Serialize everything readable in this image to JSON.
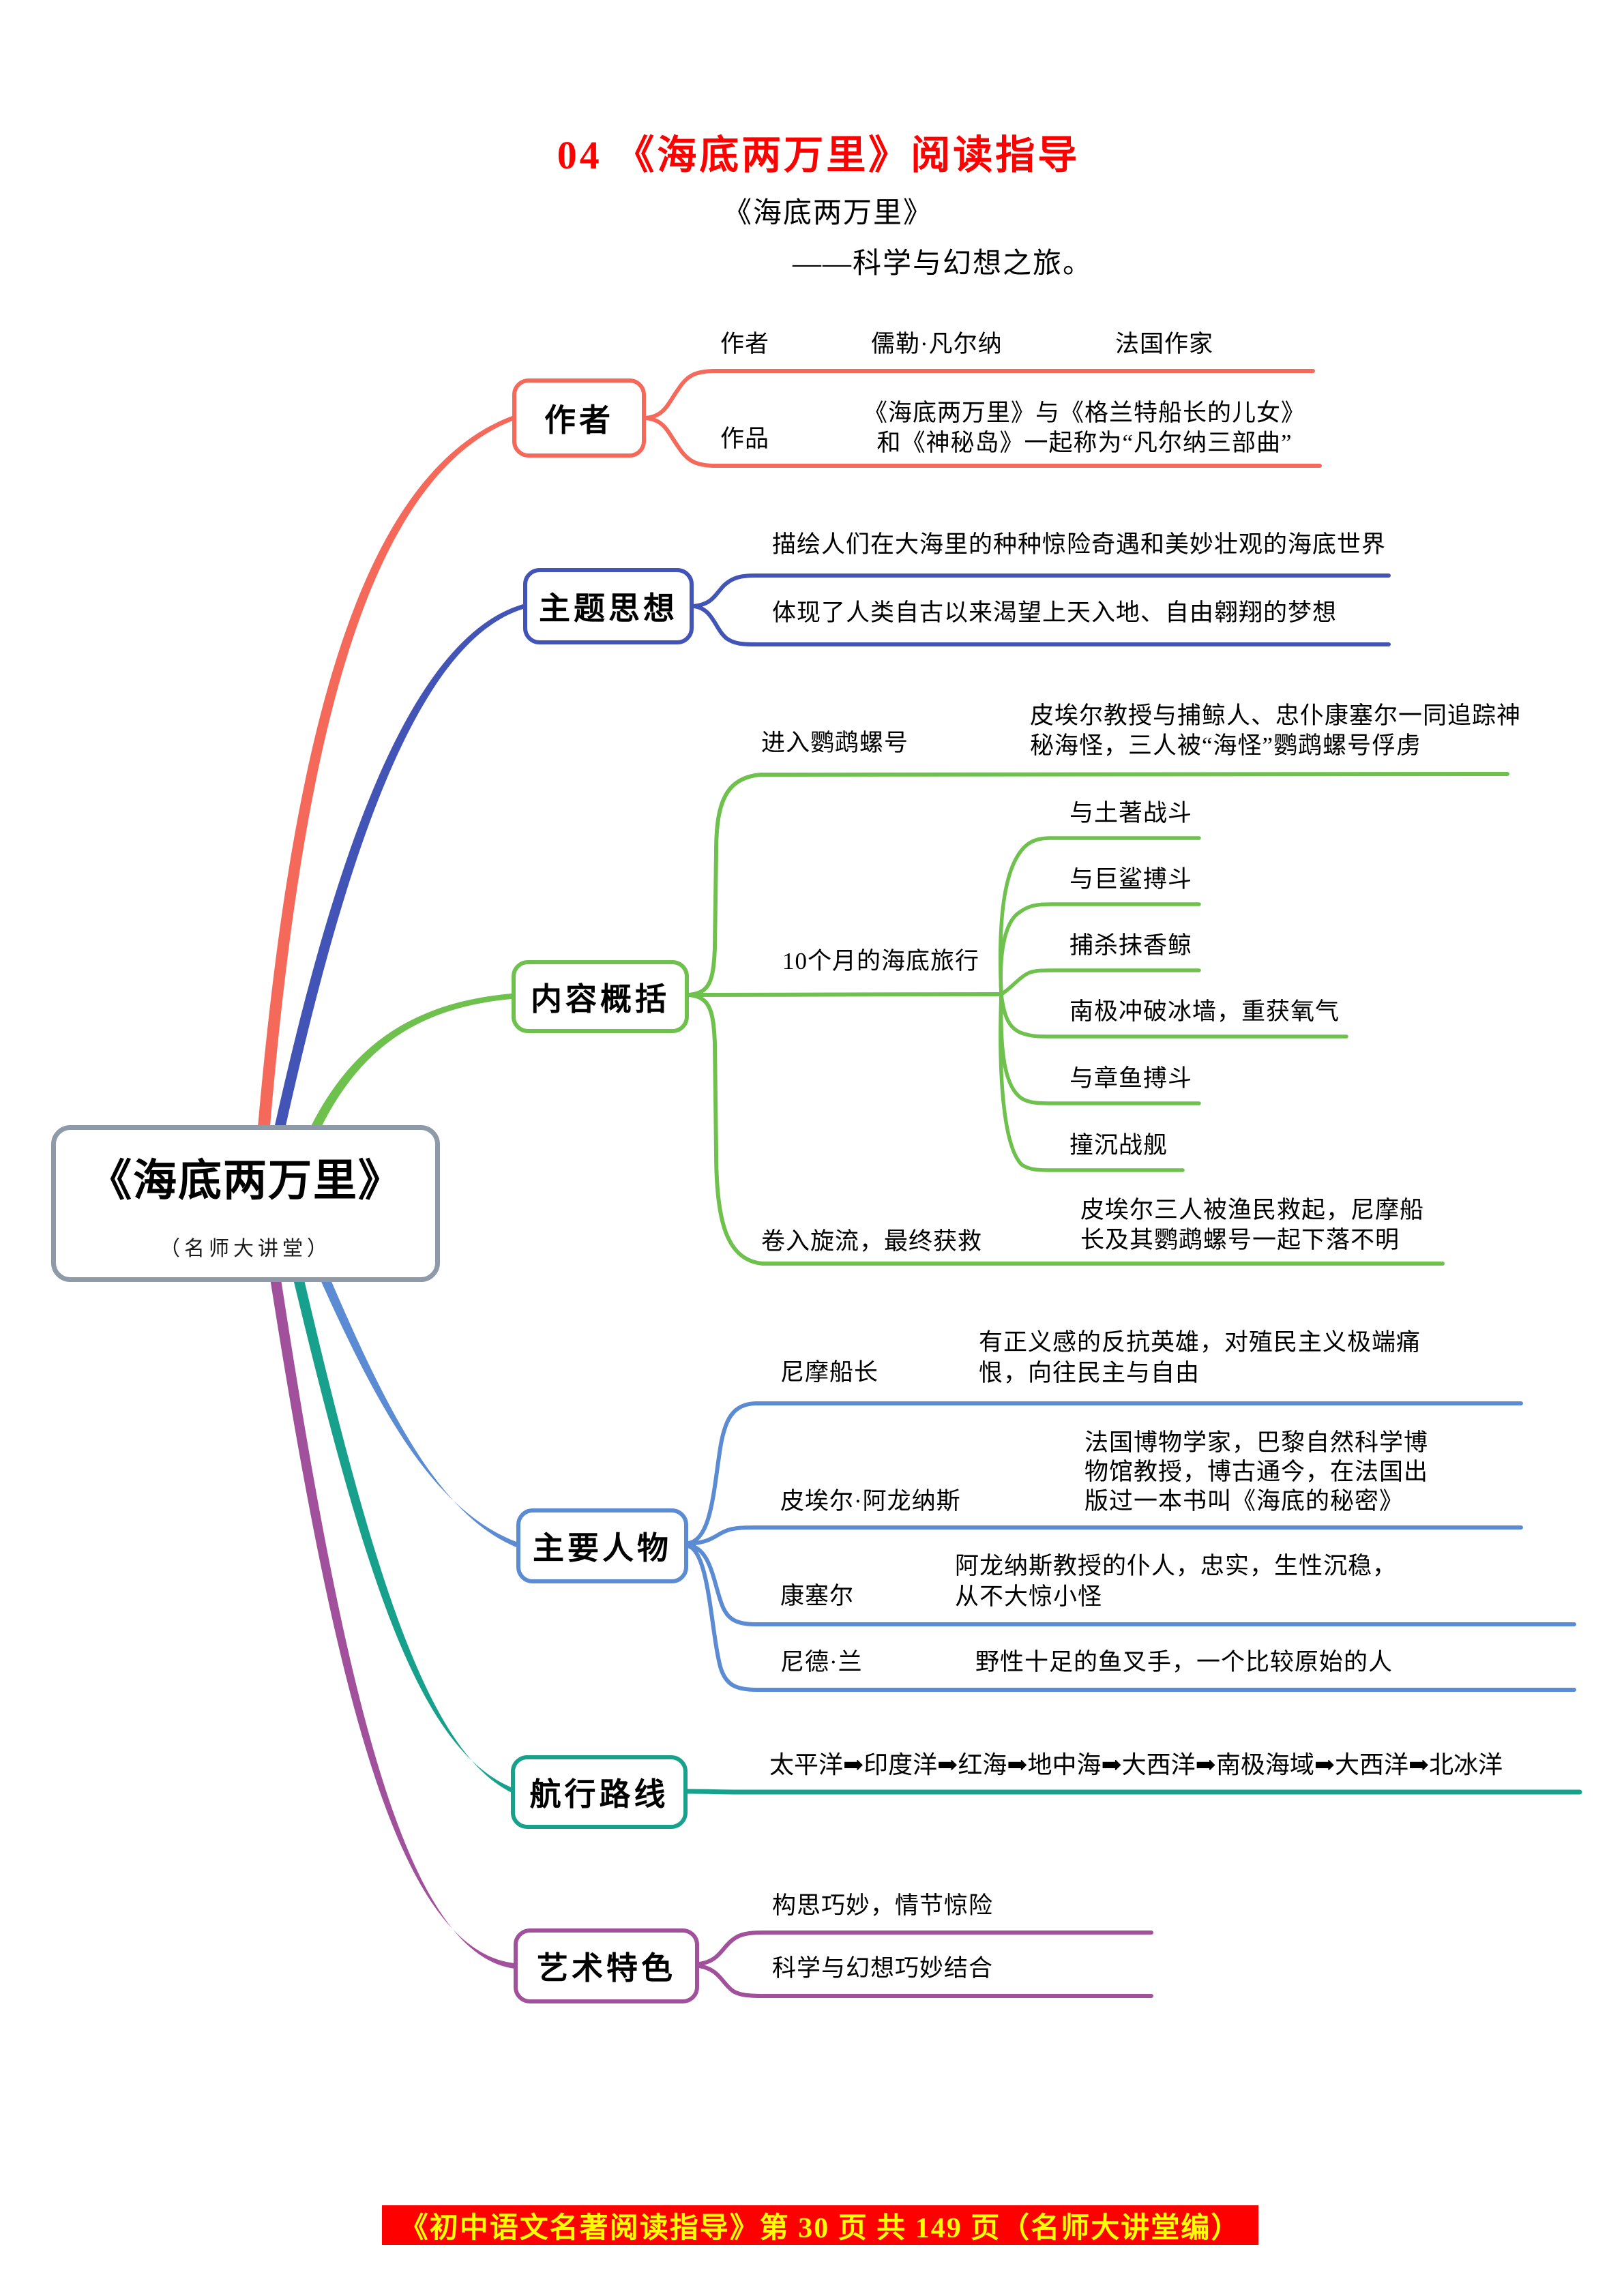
{
  "header": {
    "title": "04 《海底两万里》阅读指导",
    "book": "《海底两万里》",
    "tagline": "——科学与幻想之旅。"
  },
  "central": {
    "title": "《海底两万里》",
    "subtitle": "（名师大讲堂）"
  },
  "author": {
    "label": "作者",
    "who_label": "作者",
    "who_name": "儒勒·凡尔纳",
    "who_tag": "法国作家",
    "works_label": "作品",
    "works_line1": "《海底两万里》与《格兰特船长的儿女》",
    "works_line2": "和《神秘岛》一起称为“凡尔纳三部曲”"
  },
  "theme": {
    "label": "主题思想",
    "line1": "描绘人们在大海里的种种惊险奇遇和美妙壮观的海底世界",
    "line2": "体现了人类自古以来渴望上天入地、自由翱翔的梦想"
  },
  "content": {
    "label": "内容概括",
    "enter_label": "进入鹦鹉螺号",
    "enter_line1": "皮埃尔教授与捕鲸人、忠仆康塞尔一同追踪神",
    "enter_line2": "秘海怪，三人被“海怪”鹦鹉螺号俘虏",
    "journey_label": "10个月的海底旅行",
    "events": [
      "与土著战斗",
      "与巨鲨搏斗",
      "捕杀抹香鲸",
      "南极冲破冰墙，重获氧气",
      "与章鱼搏斗",
      "撞沉战舰"
    ],
    "rescue_label": "卷入旋流，最终获救",
    "rescue_line1": "皮埃尔三人被渔民救起，尼摩船",
    "rescue_line2": "长及其鹦鹉螺号一起下落不明"
  },
  "characters": {
    "label": "主要人物",
    "rows": [
      {
        "name": "尼摩船长",
        "line1": "有正义感的反抗英雄，对殖民主义极端痛",
        "line2": "恨，向往民主与自由"
      },
      {
        "name": "皮埃尔·阿龙纳斯",
        "line1": "法国博物学家，巴黎自然科学博",
        "line2": "物馆教授，博古通今，在法国出",
        "line3": "版过一本书叫《海底的秘密》"
      },
      {
        "name": "康塞尔",
        "line1": "阿龙纳斯教授的仆人，忠实，生性沉稳，",
        "line2": "从不大惊小怪"
      },
      {
        "name": "尼德·兰",
        "line1": "野性十足的鱼叉手，一个比较原始的人"
      }
    ]
  },
  "route": {
    "label": "航行路线",
    "path": "太平洋➡印度洋➡红海➡地中海➡大西洋➡南极海域➡大西洋➡北冰洋"
  },
  "art": {
    "label": "艺术特色",
    "line1": "构思巧妙，情节惊险",
    "line2": "科学与幻想巧妙结合"
  },
  "footer": {
    "text": "《初中语文名著阅读指导》第 30 页 共 149 页（名师大讲堂编）"
  },
  "colors": {
    "title_red": "#FF0000",
    "author_branch": "#F5695B",
    "theme_branch": "#4254B5",
    "content_branch": "#6FC14E",
    "characters_branch": "#5B8BD3",
    "route_branch": "#17A18D",
    "art_branch": "#A1509C",
    "central_border": "#8E9AA8",
    "footer_bg": "#FF0000",
    "footer_text": "#FFFF00"
  }
}
